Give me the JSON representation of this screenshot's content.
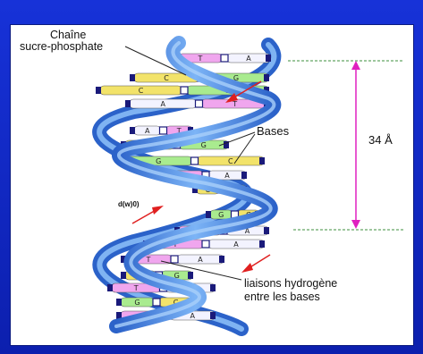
{
  "labels": {
    "chain_line1": "Chaîne",
    "chain_line2": "sucre-phosphate",
    "bases": "Bases",
    "measure": "34 Å",
    "hbonds_line1": "liaisons  hydrogène",
    "hbonds_line2": "entre les bases",
    "small_mark": "d(w)0)"
  },
  "colors": {
    "background": "#1a2fd6",
    "strand": "#4a8fe6",
    "strand_dark": "#2b62c9",
    "phosphate": "#1a1a7a",
    "base_A": "#f3f3ff",
    "base_T": "#f0a6ee",
    "base_G": "#a9eb8f",
    "base_C": "#f2e36a",
    "dashed": "#3c8f3c",
    "measure_arrow": "#e020c0",
    "red_arrow": "#e02020"
  },
  "base_pairs": [
    {
      "left": "T",
      "right": "A"
    },
    {
      "left": "C",
      "right": "G"
    },
    {
      "left": "C",
      "right": "G"
    },
    {
      "left": "A",
      "right": "T"
    },
    {
      "left": "A",
      "right": "T"
    },
    {
      "left": "C",
      "right": "G"
    },
    {
      "left": "G",
      "right": "C"
    },
    {
      "left": "T",
      "right": "A"
    },
    {
      "left": "C",
      "right": "G"
    },
    {
      "left": "G",
      "right": "C"
    },
    {
      "left": "T",
      "right": "A"
    },
    {
      "left": "T",
      "right": "A"
    },
    {
      "left": "T",
      "right": "A"
    },
    {
      "left": "C",
      "right": "G"
    },
    {
      "left": "T",
      "right": "A"
    },
    {
      "left": "G",
      "right": "C"
    },
    {
      "left": "T",
      "right": "A"
    }
  ]
}
